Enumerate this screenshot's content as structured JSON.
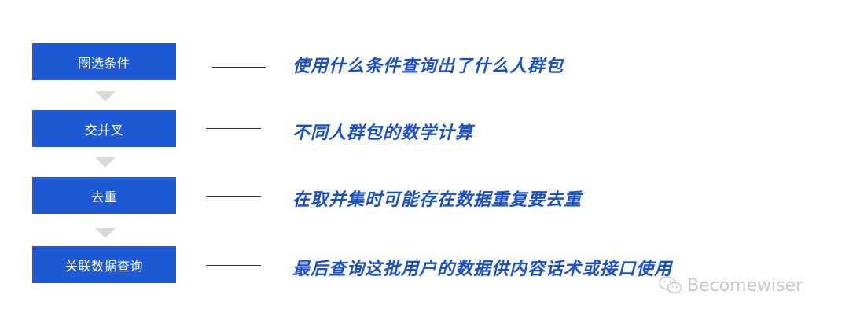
{
  "steps": [
    {
      "label": "圈选条件",
      "description": "使用什么条件查询出了什么人群包"
    },
    {
      "label": "交并叉",
      "description": "不同人群包的数学计算"
    },
    {
      "label": "去重",
      "description": "在取并集时可能存在数据重复要去重"
    },
    {
      "label": "关联数据查询",
      "description": "最后查询这批用户的数据供内容话术或接口使用"
    }
  ],
  "watermark": {
    "text": "Becomewiser",
    "icon": "wechat-icon"
  },
  "colors": {
    "box": "#1f5ad6",
    "description": "#1a4fc9",
    "arrow": "#d9d9d9",
    "connector": "#333333"
  }
}
